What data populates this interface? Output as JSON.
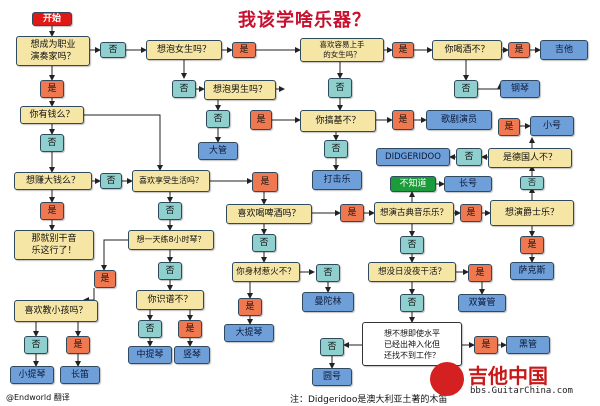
{
  "title": "我该学啥乐器？",
  "nodes": {
    "start": "开始",
    "q_pro": "想成为职业\n演奏家吗？",
    "no1": "否",
    "q_girls": "想泡女生吗？",
    "yes_girls": "是",
    "q_easy": "喜欢容易上手\n的女生吗？",
    "yes_easy": "是",
    "q_drink1": "你喝酒不？",
    "yes_drink1": "是",
    "i_guitar": "吉他",
    "no_drink1": "否",
    "i_piano": "钢琴",
    "yes_pro": "是",
    "q_rich": "你有钱么？",
    "no_rich": "否",
    "q_money": "想赚大钱么？",
    "yes_money": "是",
    "end_other": "那就别干音\n乐这行了！",
    "no_money": "否",
    "q_enjoy": "喜欢享受生活吗？",
    "no_girls": "否",
    "q_boys": "想泡男生吗？",
    "no_boys": "否",
    "yes_boys": "是",
    "i_tuba": "大管",
    "no_easy": "否",
    "q_mess": "你搞基不？",
    "yes_mess": "是",
    "i_opera": "歌剧演员",
    "no_mess": "否",
    "i_perc": "打击乐",
    "i_trumpet": "小号",
    "yes_german": "是",
    "q_german": "是德国人不？",
    "no_german": "否",
    "i_didg": "DIDGERIDOO",
    "unknown": "不知道",
    "i_bassoon": "长号",
    "yes_enjoy": "是",
    "q_beer": "喜欢喝啤酒吗？",
    "yes_beer": "是",
    "q_classic": "想演古典音乐乐？",
    "yes_classic": "是",
    "q_jazz": "想演爵士乐？",
    "yes_jazz": "是",
    "i_sax": "萨克斯",
    "no_enjoy": "否",
    "q_8h": "想一天练8小时琴？",
    "no_8h": "否",
    "q_score": "你识谱不？",
    "no_score": "否",
    "yes_score": "是",
    "i_viola": "中提琴",
    "i_harp": "竖琴",
    "yes_8h": "是",
    "q_kids": "喜欢教小孩吗？",
    "no_kids": "否",
    "yes_kids": "是",
    "i_violin": "小提琴",
    "i_flute": "长笛",
    "no_beer": "否",
    "q_fat": "你身材惹火不？",
    "no_fat": "否",
    "i_mandolin": "曼陀林",
    "yes_fat": "是",
    "i_cello": "大提琴",
    "no_classic": "否",
    "q_free": "想没日没夜干活？",
    "yes_free": "是",
    "i_oboe": "双簧管",
    "no_free": "否",
    "q_late": "想不想即使水平\n已经出神入化但\n还找不到工作？",
    "yes_late": "是",
    "i_clarinet": "黑管",
    "no_late": "否",
    "i_horn": "圆号"
  },
  "credit": "@Endworld 翻译",
  "footnote": "注：Didgeridoo是澳大利亚土著的木笛",
  "watermark": {
    "text": "吉他中国",
    "url": "bbs.GuitarChina.com"
  }
}
